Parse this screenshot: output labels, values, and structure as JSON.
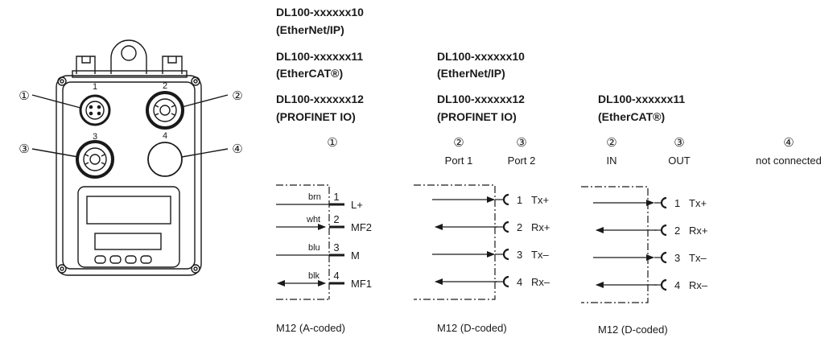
{
  "device": {
    "numbers": [
      "1",
      "2",
      "3",
      "4"
    ],
    "callouts": [
      "①",
      "②",
      "③",
      "④"
    ]
  },
  "groups": {
    "a": {
      "models": [
        {
          "model": "DL100-xxxxxx10",
          "protocol": "(EtherNet/IP)"
        },
        {
          "model": "DL100-xxxxxx11",
          "protocol": "(EtherCAT®)"
        },
        {
          "model": "DL100-xxxxxx12",
          "protocol": "(PROFINET IO)"
        }
      ],
      "callout": "①",
      "wires": [
        "brn",
        "wht",
        "blu",
        "blk"
      ],
      "pins": [
        {
          "num": "1",
          "sig": "L+"
        },
        {
          "num": "2",
          "sig": "MF2"
        },
        {
          "num": "3",
          "sig": "M"
        },
        {
          "num": "4",
          "sig": "MF1"
        }
      ],
      "footer": "M12 (A-coded)"
    },
    "b": {
      "models": [
        {
          "model": "DL100-xxxxxx10",
          "protocol": "(EtherNet/IP)"
        },
        {
          "model": "DL100-xxxxxx12",
          "protocol": "(PROFINET IO)"
        }
      ],
      "callouts": [
        "②",
        "③"
      ],
      "ports": [
        "Port 1",
        "Port 2"
      ],
      "pins": [
        {
          "num": "1",
          "sig": "Tx+"
        },
        {
          "num": "2",
          "sig": "Rx+"
        },
        {
          "num": "3",
          "sig": "Tx–"
        },
        {
          "num": "4",
          "sig": "Rx–"
        }
      ],
      "footer": "M12 (D-coded)"
    },
    "c": {
      "models": [
        {
          "model": "DL100-xxxxxx11",
          "protocol": "(EtherCAT®)"
        }
      ],
      "callouts": [
        "②",
        "③"
      ],
      "ports": [
        "IN",
        "OUT"
      ],
      "pins": [
        {
          "num": "1",
          "sig": "Tx+"
        },
        {
          "num": "2",
          "sig": "Rx+"
        },
        {
          "num": "3",
          "sig": "Tx–"
        },
        {
          "num": "4",
          "sig": "Rx–"
        }
      ],
      "footer": "M12 (D-coded)"
    },
    "d": {
      "callout": "④",
      "note": "not connected"
    }
  }
}
